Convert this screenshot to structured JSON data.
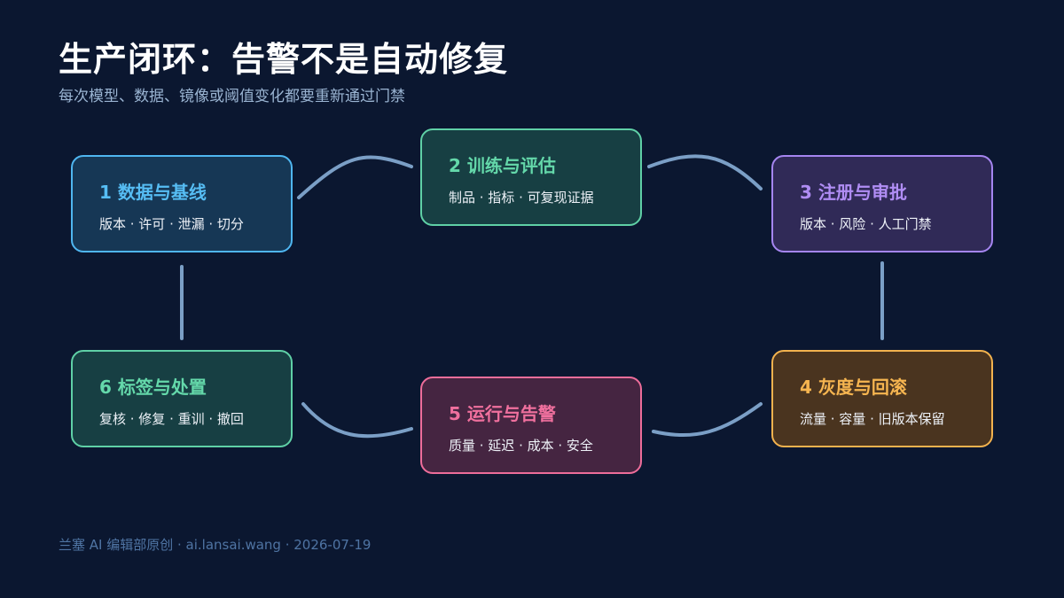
{
  "header": {
    "title": "生产闭环：告警不是自动修复",
    "subtitle": "每次模型、数据、镜像或阈值变化都要重新通过门禁"
  },
  "nodes": [
    {
      "title": "1 数据与基线",
      "desc": "版本 · 许可 · 泄漏 · 切分",
      "color": "#56bdf4"
    },
    {
      "title": "2 训练与评估",
      "desc": "制品 · 指标 · 可复现证据",
      "color": "#64d8aa"
    },
    {
      "title": "3 注册与审批",
      "desc": "版本 · 风险 · 人工门禁",
      "color": "#b08df4"
    },
    {
      "title": "4 灰度与回滚",
      "desc": "流量 · 容量 · 旧版本保留",
      "color": "#f6b550"
    },
    {
      "title": "5 运行与告警",
      "desc": "质量 · 延迟 · 成本 · 安全",
      "color": "#f0709e"
    },
    {
      "title": "6 标签与处置",
      "desc": "复核 · 修复 · 重训 · 撤回",
      "color": "#64d8aa"
    }
  ],
  "connector_color": "#7b9fc6",
  "footer": {
    "text": "兰塞 AI 编辑部原创 · ai.lansai.wang · 2026-07-19"
  }
}
